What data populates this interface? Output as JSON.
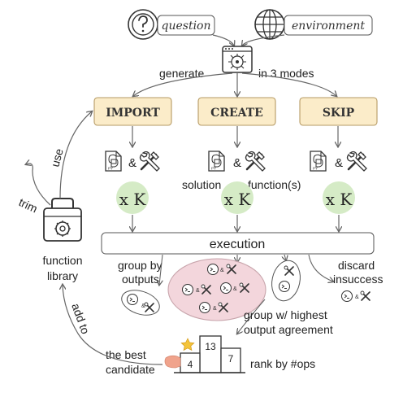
{
  "inputs": {
    "question": "question",
    "environment": "environment",
    "question_icon": "question-mark-icon",
    "environment_icon": "globe-icon",
    "model_icon": "neural-network-icon"
  },
  "generate": {
    "left": "generate",
    "right": "in 3 modes"
  },
  "modes": {
    "import": "IMPORT",
    "create": "CREATE",
    "skip": "SKIP"
  },
  "artifacts": {
    "ampersand": "&",
    "solution": "solution",
    "functions": "function(s)",
    "python_icon": "python-file-icon",
    "tools_icon": "tools-icon",
    "python_file_label": "PY"
  },
  "sampling": {
    "label": "x K"
  },
  "execution": {
    "label": "execution"
  },
  "groups": {
    "group_by": "group by outputs",
    "group_by_line1": "group by",
    "group_by_line2": "outputs",
    "discard_line1": "discard",
    "discard_line2": "insuccess",
    "highest_line1": "group w/ highest",
    "highest_line2": "output agreement"
  },
  "ranking": {
    "label": "rank by #ops",
    "podium": [
      "4",
      "13",
      "7"
    ],
    "best_line1": "the best",
    "best_line2": "candidate"
  },
  "library": {
    "line1": "function",
    "line2": "library",
    "use": "use",
    "trim": "trim",
    "add_to": "add to"
  },
  "colors": {
    "mode_box_fill": "#fbecc9",
    "mode_box_stroke": "#b69a64",
    "sample_circle": "#d5ebc6",
    "cluster_fill": "#f3d6dc",
    "cluster_stroke": "#c8a5ac",
    "line": "#666666",
    "star": "#f4c43a",
    "hand": "#f0a38c"
  }
}
